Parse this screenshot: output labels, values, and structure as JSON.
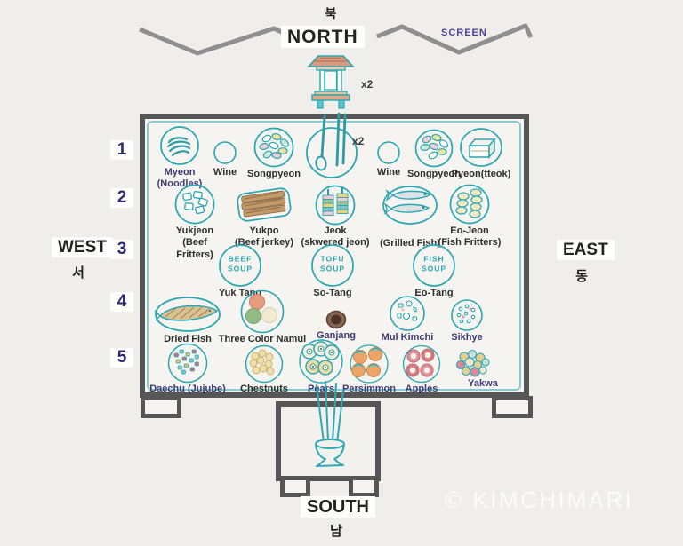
{
  "compass": {
    "north_en": "NORTH",
    "north_ko": "북",
    "south_en": "SOUTH",
    "south_ko": "남",
    "west_en": "WEST",
    "west_ko": "서",
    "east_en": "EAST",
    "east_ko": "동"
  },
  "screen_label": "SCREEN",
  "row_numbers": [
    "1",
    "2",
    "3",
    "4",
    "5"
  ],
  "tablet": {
    "multiplier": "x2"
  },
  "ricebowl": {
    "multiplier": "x2"
  },
  "items": {
    "myeon": {
      "label": "Myeon",
      "sub": "(Noodles)"
    },
    "wine1": {
      "label": "Wine"
    },
    "songpyeon1": {
      "label": "Songpyeon"
    },
    "wine2": {
      "label": "Wine"
    },
    "songpyeon2": {
      "label": "Songpyeon"
    },
    "pyeon": {
      "label": "Pyeon(tteok)"
    },
    "yukjeon": {
      "label": "Yukjeon",
      "sub": "(Beef",
      "sub2": "Fritters)"
    },
    "yukpo": {
      "label": "Yukpo",
      "sub": "(Beef jerkey)"
    },
    "jeok": {
      "label": "Jeok",
      "sub": "(skwered jeon)"
    },
    "grilledfish": {
      "label": "(Grilled Fish)"
    },
    "eojeon": {
      "label": "Eo-Jeon",
      "sub": "(Fish Fritters)"
    },
    "yuktang": {
      "label": "Yuk Tang",
      "bowl1": "BEEF",
      "bowl2": "SOUP"
    },
    "sotang": {
      "label": "So-Tang",
      "bowl1": "TOFU",
      "bowl2": "SOUP"
    },
    "eotang": {
      "label": "Eo-Tang",
      "bowl1": "FISH",
      "bowl2": "SOUP"
    },
    "driedfish": {
      "label": "Dried Fish"
    },
    "namul": {
      "label": "Three Color Namul"
    },
    "ganjang": {
      "label": "Ganjang"
    },
    "mulkimchi": {
      "label": "Mul Kimchi"
    },
    "sikhye": {
      "label": "Sikhye"
    },
    "daechu": {
      "label": "Daechu (Jujube)"
    },
    "chestnuts": {
      "label": "Chestnuts"
    },
    "pears": {
      "label": "Pears"
    },
    "persimmon": {
      "label": "Persimmon"
    },
    "apples": {
      "label": "Apples"
    },
    "yakwa": {
      "label": "Yakwa"
    }
  },
  "watermark": "© KIMCHIMARI",
  "colors": {
    "teal": "#2ba7b2",
    "table_gray": "#565656",
    "screen_gray": "#8f8f8f",
    "label_dark": "#2d2d2d",
    "label_purple": "#3f3a74",
    "row_number_navy": "#2d2a6e",
    "screen_label_purple": "#4a4596",
    "watermark": "#ffffff"
  }
}
